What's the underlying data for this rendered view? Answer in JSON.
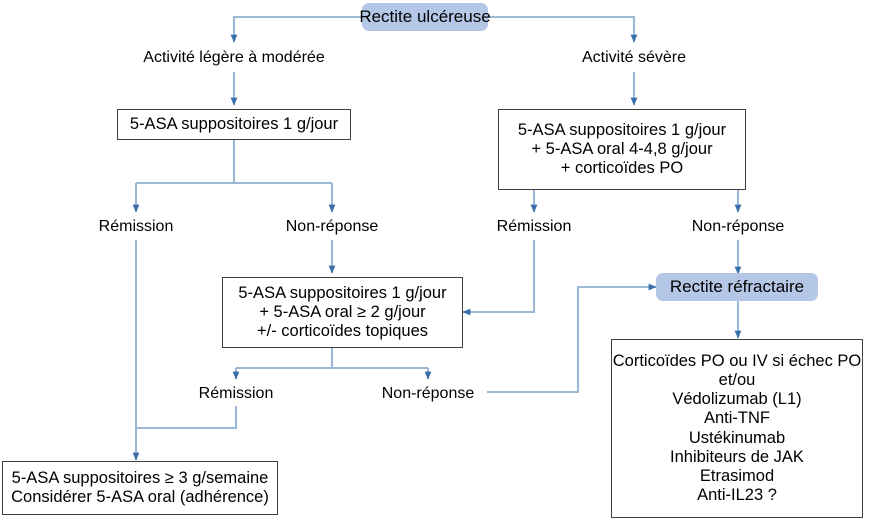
{
  "diagram": {
    "title": "Rectite ulcéreuse",
    "colors": {
      "pill_fill": "#b4c7e7",
      "connector": "#9cb8d4",
      "arrow_head": "#3a6ea8",
      "box_border": "#3f3f3f",
      "text": "#000000"
    },
    "nodes": {
      "root": {
        "label": "Rectite ulcéreuse"
      },
      "mild_branch": {
        "label": "Activité légère à modérée"
      },
      "severe_branch": {
        "label": "Activité sévère"
      },
      "mild_treatment": {
        "lines": [
          "5-ASA suppositoires 1 g/jour"
        ]
      },
      "severe_treatment": {
        "lines": [
          "5-ASA suppositoires 1 g/jour",
          "+ 5-ASA oral 4-4,8 g/jour",
          "+ corticoïdes PO"
        ]
      },
      "mild_remission": {
        "label": "Rémission"
      },
      "mild_nonresponse": {
        "label": "Non-réponse"
      },
      "severe_remission": {
        "label": "Rémission"
      },
      "severe_nonresponse": {
        "label": "Non-réponse"
      },
      "escalation_treatment": {
        "lines": [
          "5-ASA suppositoires 1 g/jour",
          "+ 5-ASA oral ≥ 2 g/jour",
          "+/- corticoïdes topiques"
        ]
      },
      "refractory": {
        "label": "Rectite réfractaire"
      },
      "second_remission": {
        "label": "Rémission"
      },
      "second_nonresponse": {
        "label": "Non-réponse"
      },
      "maintenance": {
        "lines": [
          "5-ASA suppositoires ≥ 3 g/semaine",
          "Considérer 5-ASA oral (adhérence)"
        ]
      },
      "advanced_therapy": {
        "lines": [
          "Corticoïdes PO ou IV si échec PO",
          "et/ou",
          "Védolizumab (L1)",
          "Anti-TNF",
          "Ustékinumab",
          "Inhibiteurs de JAK",
          "Etrasimod",
          "Anti-IL23 ?"
        ]
      }
    }
  }
}
